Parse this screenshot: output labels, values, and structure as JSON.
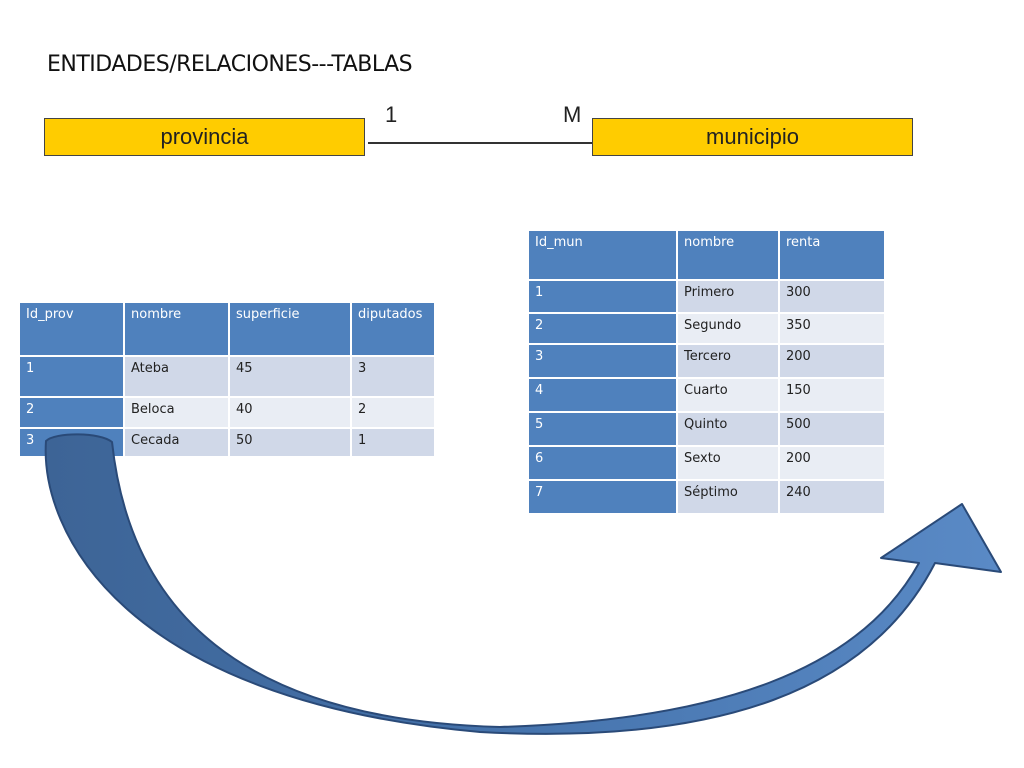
{
  "title": "ENTIDADES/RELACIONES---TABLAS",
  "relationship": {
    "left_entity": "provincia",
    "right_entity": "municipio",
    "left_cardinality": "1",
    "right_cardinality": "M"
  },
  "provincia_table": {
    "headers": [
      "Id_prov",
      "nombre",
      "superficie",
      "diputados"
    ],
    "rows": [
      [
        "1",
        "Ateba",
        "45",
        "3"
      ],
      [
        "2",
        "Beloca",
        "40",
        "2"
      ],
      [
        "3",
        "Cecada",
        "50",
        "1"
      ]
    ]
  },
  "municipio_table": {
    "headers": [
      "Id_mun",
      "nombre",
      "renta"
    ],
    "rows": [
      [
        "1",
        "Primero",
        "300"
      ],
      [
        "2",
        "Segundo",
        "350"
      ],
      [
        "3",
        "Tercero",
        "200"
      ],
      [
        "4",
        "Cuarto",
        "150"
      ],
      [
        "5",
        "Quinto",
        "500"
      ],
      [
        "6",
        "Sexto",
        "200"
      ],
      [
        "7",
        "Séptimo",
        "240"
      ]
    ]
  },
  "colors": {
    "entity_fill": "#ffcc00",
    "table_header": "#4f81bd",
    "row_odd": "#d0d8e8",
    "row_even": "#e9edf4",
    "arrow": "#4f81bd"
  }
}
